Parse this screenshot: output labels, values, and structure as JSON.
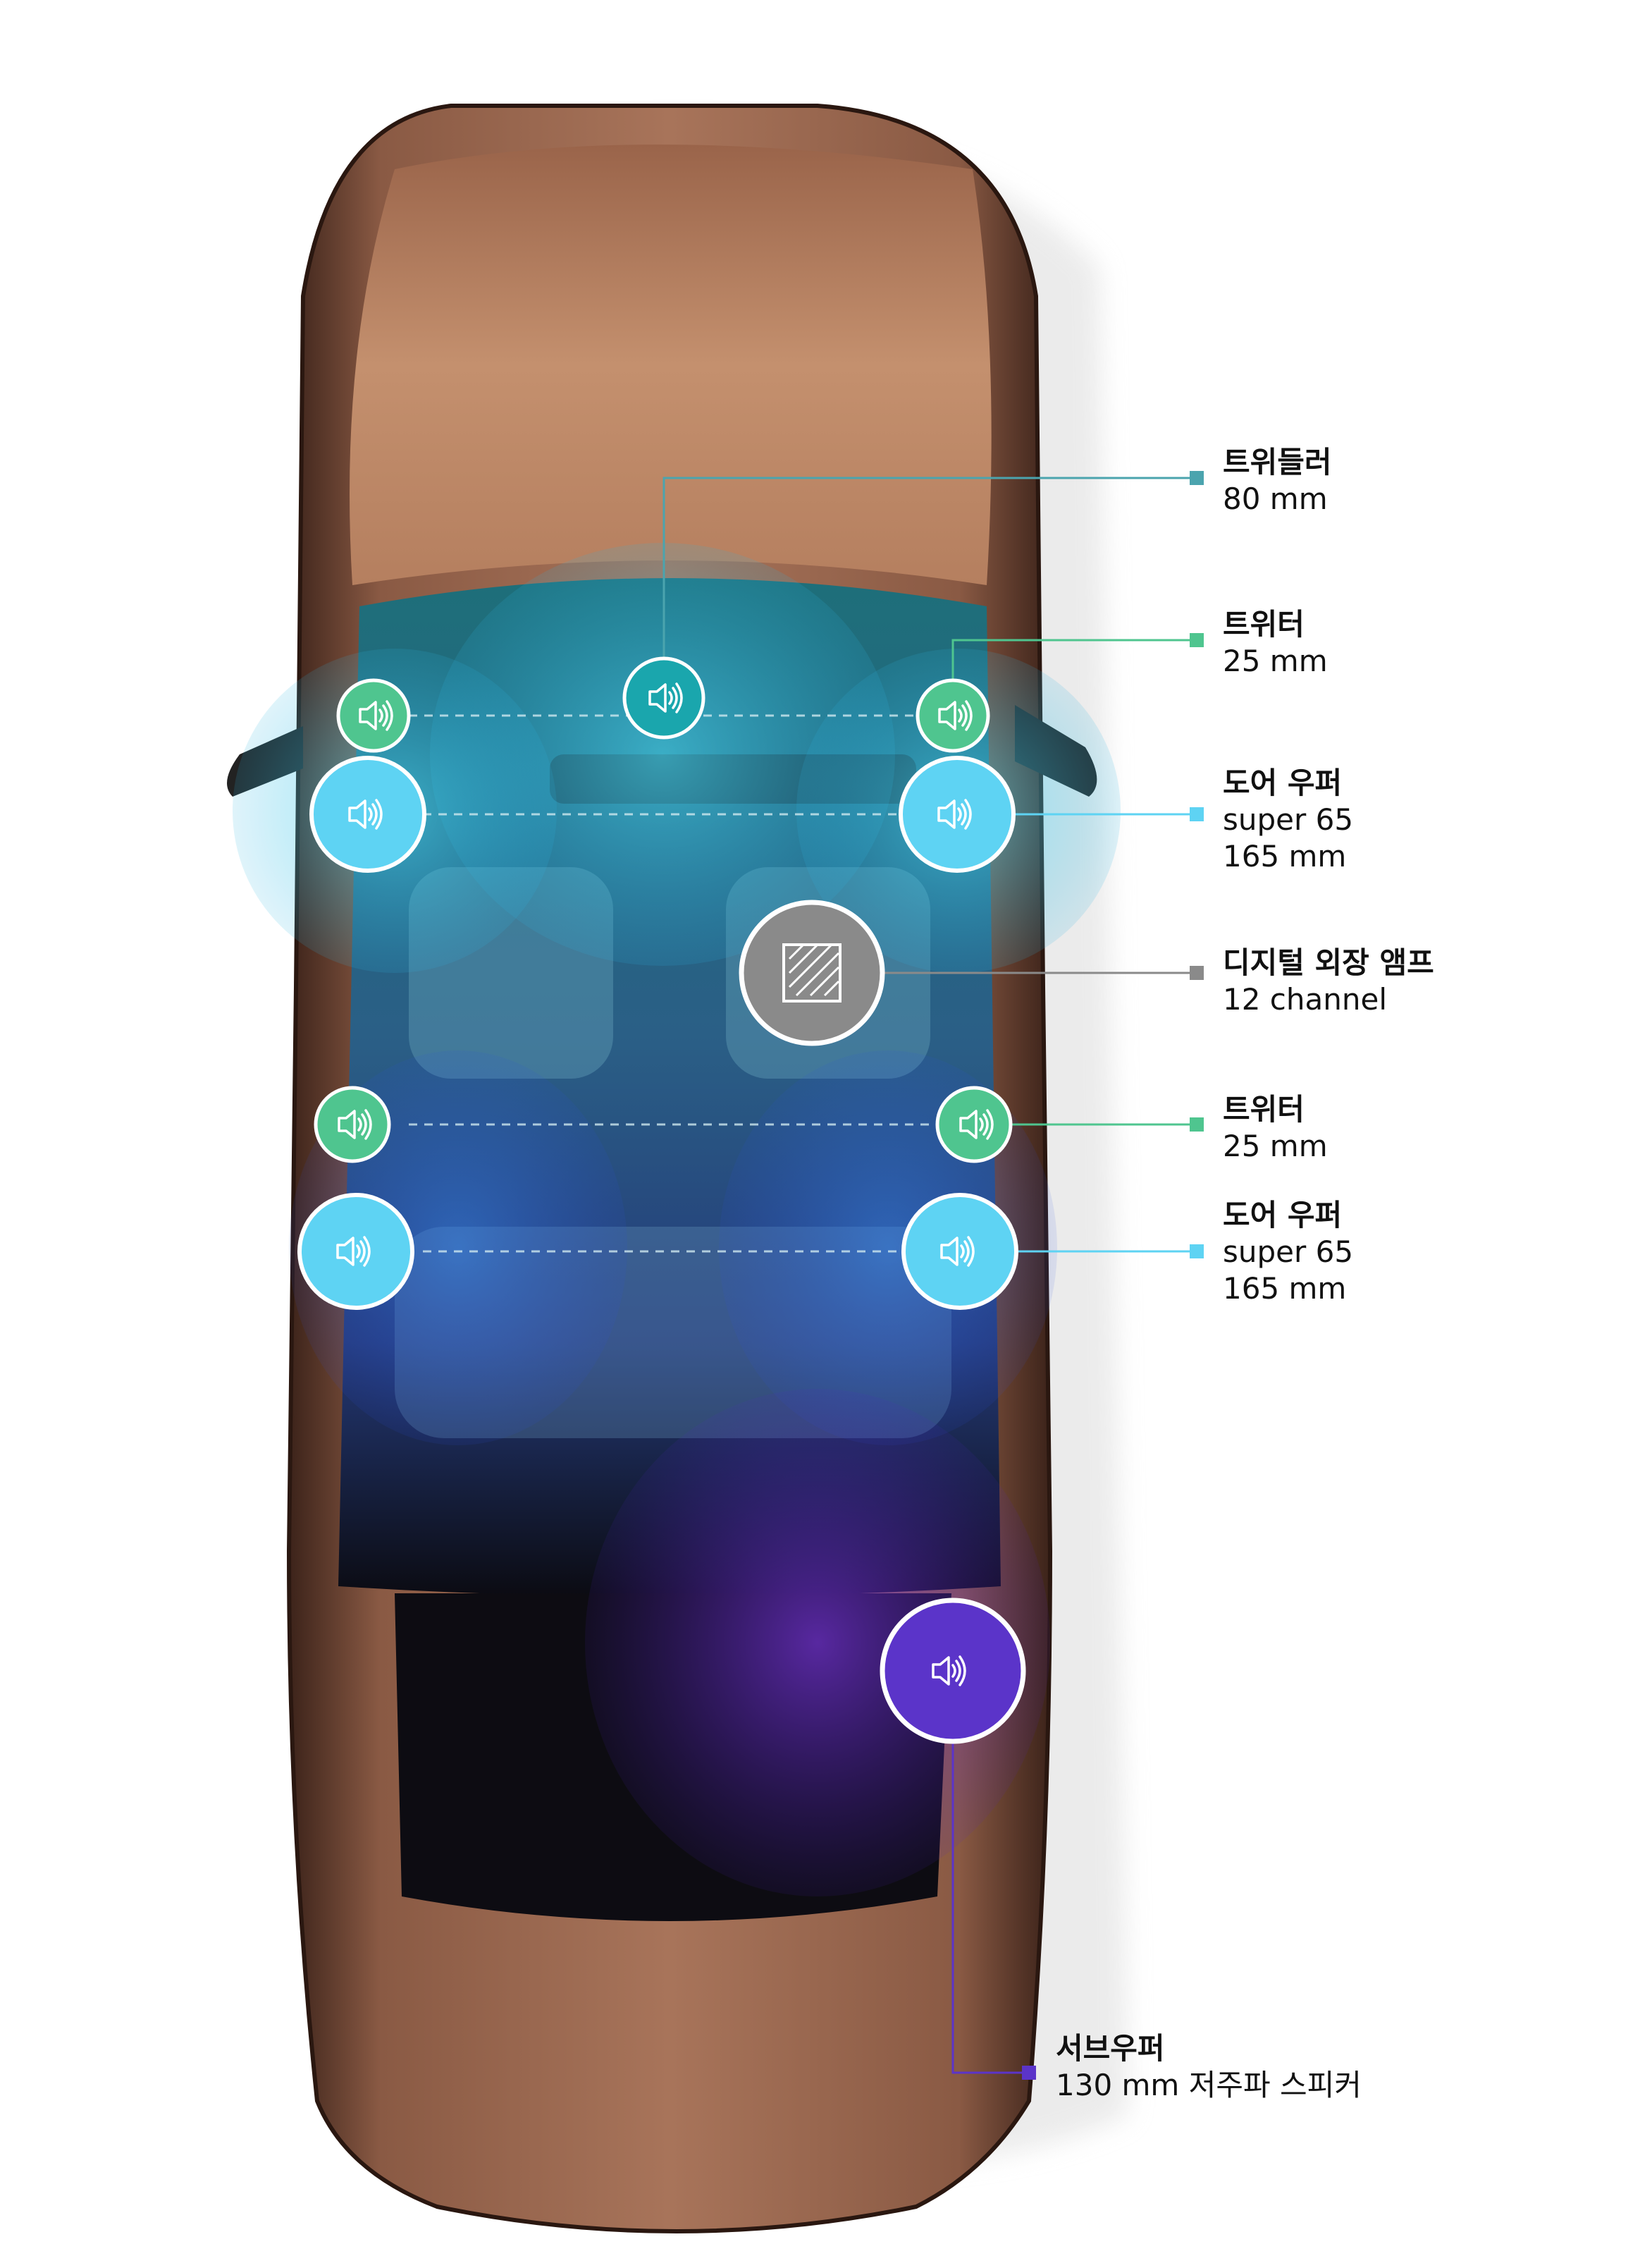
{
  "colors": {
    "tweeter_green": "#4fc58f",
    "woofer_cyan": "#5ed3f3",
    "subwoofer_purple": "#5b34c9",
    "amp_gray": "#8a8a8a",
    "leader_teal": "#4ba4ae",
    "car_body": "#6b4331"
  },
  "icons": {
    "speaker": "speaker-icon",
    "amp": "amplifier-icon"
  },
  "labels": {
    "center_speaker": {
      "title": "트위들러",
      "specs": [
        "80 mm"
      ]
    },
    "front_tweeter": {
      "title": "트위터",
      "specs": [
        "25 mm"
      ]
    },
    "front_door_woofer": {
      "title": "도어 우퍼",
      "specs": [
        "super 65",
        "165 mm"
      ]
    },
    "amplifier": {
      "title": "디지털 외장 앰프",
      "specs": [
        "12 channel"
      ]
    },
    "rear_tweeter": {
      "title": "트위터",
      "specs": [
        "25 mm"
      ]
    },
    "rear_door_woofer": {
      "title": "도어 우퍼",
      "specs": [
        "super 65",
        "165 mm"
      ]
    },
    "subwoofer": {
      "title": "서브우퍼",
      "specs": [
        "130 mm 저주파 스피커"
      ]
    }
  }
}
